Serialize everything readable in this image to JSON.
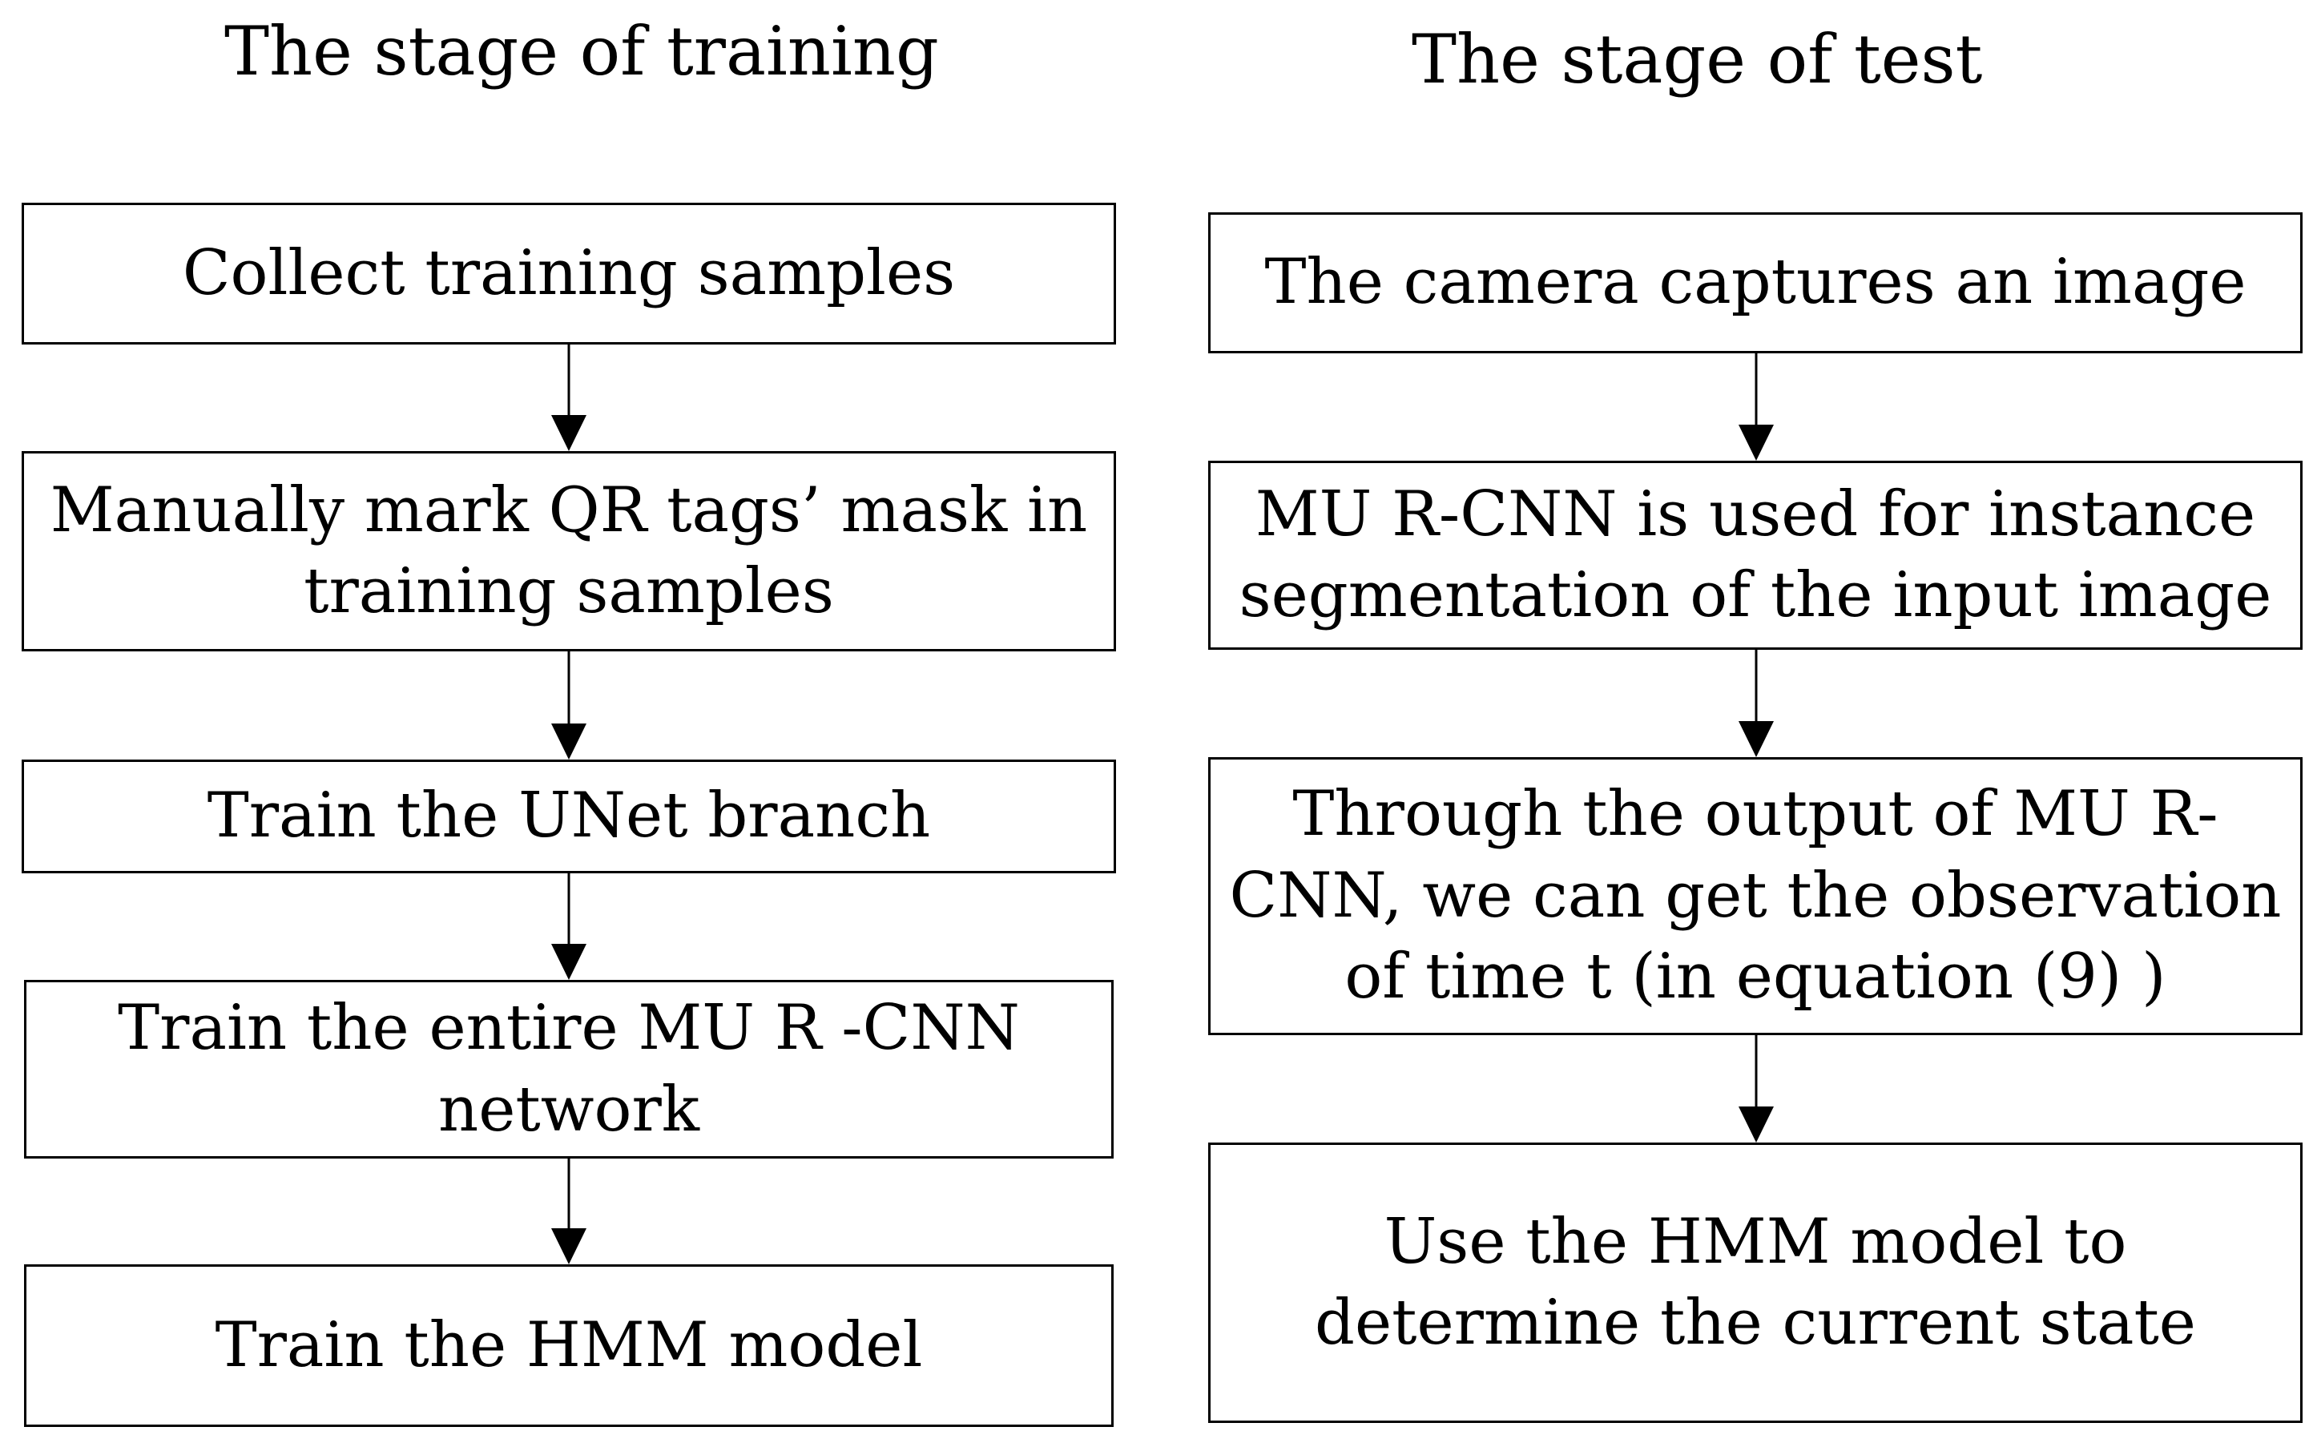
{
  "training": {
    "title": "The stage of training",
    "steps": [
      "Collect training samples",
      "Manually mark QR tags’ mask in\ntraining samples",
      "Train the UNet branch",
      "Train the entire MU R -CNN\nnetwork",
      "Train the HMM model"
    ]
  },
  "test": {
    "title": "The stage of test",
    "steps": [
      "The camera captures an image",
      "MU R-CNN is used for instance\nsegmentation of the input image",
      "Through the output of MU R-\nCNN, we can get the observation\nof time t  (in equation (9) )",
      "Use the HMM model to\ndetermine the current state"
    ]
  }
}
